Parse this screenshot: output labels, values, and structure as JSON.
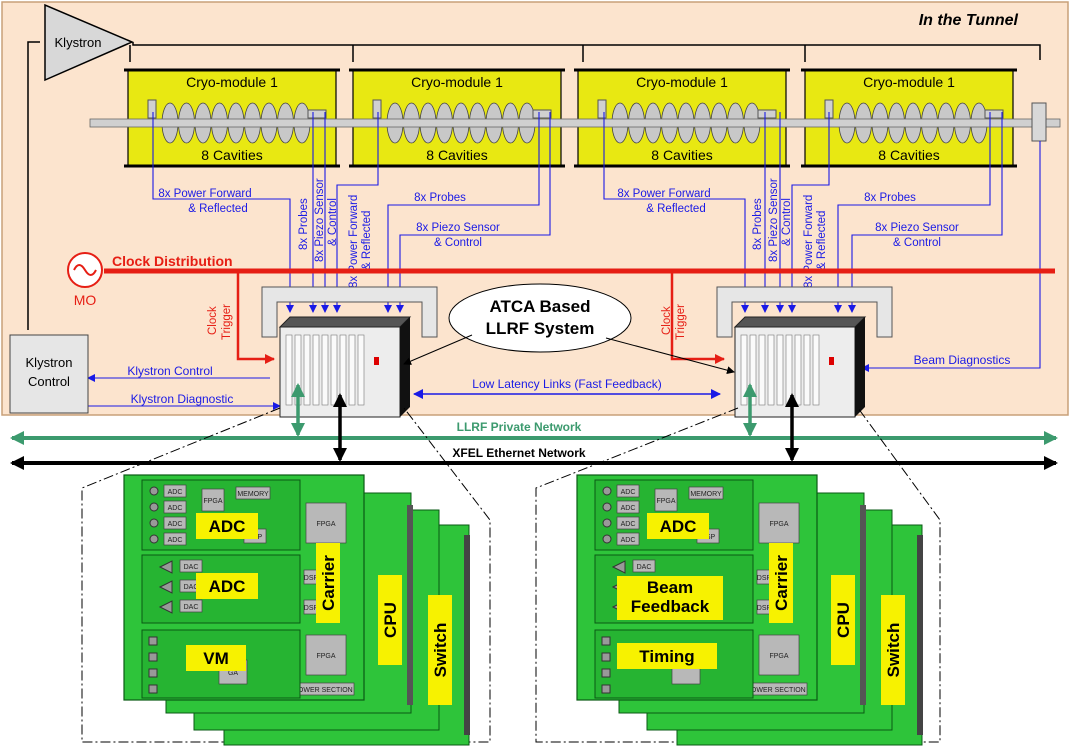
{
  "tunnel": {
    "label": "In the Tunnel"
  },
  "klystron": {
    "label": "Klystron"
  },
  "klystron_control": {
    "line1": "Klystron",
    "line2": "Control"
  },
  "cryo_modules": [
    {
      "name": "Cryo-module 1",
      "cavities": "8 Cavities"
    },
    {
      "name": "Cryo-module 1",
      "cavities": "8 Cavities"
    },
    {
      "name": "Cryo-module 1",
      "cavities": "8 Cavities"
    },
    {
      "name": "Cryo-module 1",
      "cavities": "8 Cavities"
    }
  ],
  "signals": {
    "power_forward_1": "8x Power Forward",
    "reflected_1": "& Reflected",
    "probes_v": "8x Probes",
    "piezo_v_1": "8x Piezo Sensor",
    "piezo_v_2": "& Control",
    "power_forward_v1": "8x Power Forward",
    "power_forward_v2": "& Reflected",
    "probes_h": "8x Probes",
    "piezo_h_1": "8x Piezo Sensor",
    "piezo_h_2": "& Control"
  },
  "clock": {
    "label": "Clock Distribution",
    "mo": "MO",
    "trigger_1": "Clock",
    "trigger_2": "Trigger"
  },
  "atca": {
    "line1": "ATCA Based",
    "line2": "LLRF System"
  },
  "links": {
    "klystron_control": "Klystron Control",
    "klystron_diagnostic": "Klystron Diagnostic",
    "low_latency": "Low Latency Links (Fast Feedback)",
    "beam_diagnostics": "Beam Diagnostics"
  },
  "networks": {
    "private": "LLRF Private Network",
    "ethernet": "XFEL Ethernet Network"
  },
  "boards_left": {
    "adc1": "ADC",
    "adc2": "ADC",
    "vm": "VM",
    "carrier": "Carrier",
    "cpu": "CPU",
    "switch": "Switch"
  },
  "boards_right": {
    "adc1": "ADC",
    "beam1": "Beam",
    "beam2": "Feedback",
    "timing": "Timing",
    "carrier": "Carrier",
    "cpu": "CPU",
    "switch": "Switch"
  },
  "chips": {
    "fpga": "FPGA",
    "memory": "MEMORY",
    "dsp": "DSP",
    "adc": "ADC",
    "dac": "DAC",
    "power": "POWER SECTION",
    "ga": "GA"
  },
  "colors": {
    "tunnel_bg": "#FCE4CE",
    "module": "#E8E812",
    "signal": "#1A1AE6",
    "clock": "#E61E14",
    "private_net": "#3C9A6E",
    "board": "#2EC43A",
    "label_yellow": "#F7F200"
  }
}
